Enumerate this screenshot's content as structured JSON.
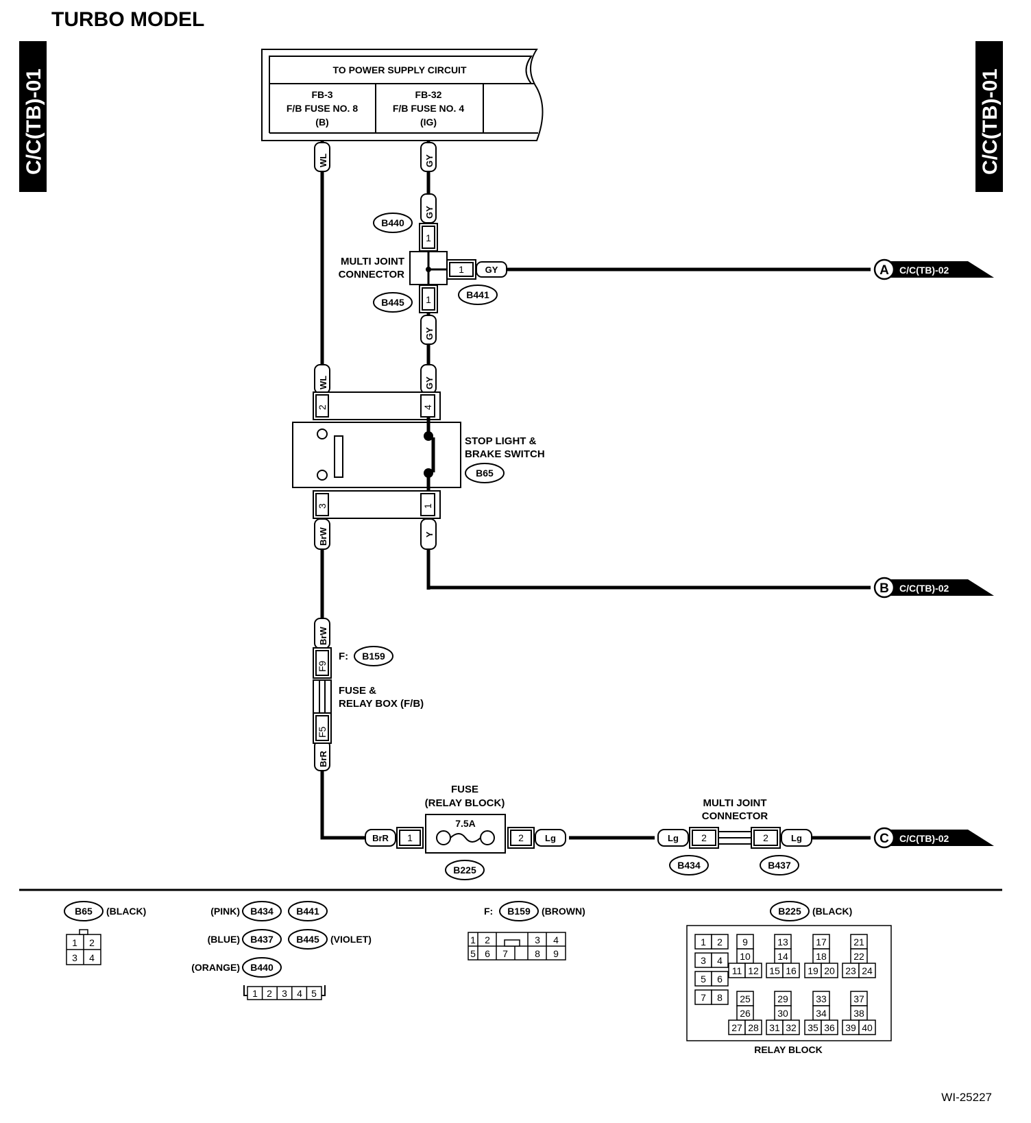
{
  "page_title": "TURBO MODEL",
  "side_tab": "C/C(TB)-01",
  "power_supply": {
    "header": "TO POWER SUPPLY CIRCUIT",
    "fuse1": [
      "FB-3",
      "F/B FUSE NO. 8",
      "(B)"
    ],
    "fuse2": [
      "FB-32",
      "F/B FUSE NO. 4",
      "(IG)"
    ]
  },
  "wires": {
    "wl": "WL",
    "gy": "GY",
    "brw": "BrW",
    "y": "Y",
    "brr": "BrR",
    "lg": "Lg"
  },
  "connectors": {
    "b440": "B440",
    "b445": "B445",
    "b441": "B441",
    "b65": "B65",
    "b159": "B159",
    "b225": "B225",
    "b434": "B434",
    "b437": "B437"
  },
  "pins": {
    "p1": "1",
    "p2": "2",
    "p3": "3",
    "p4": "4",
    "f9": "F9",
    "f5": "F5"
  },
  "labels": {
    "multi_joint_1": [
      "MULTI JOINT",
      "CONNECTOR"
    ],
    "stop_light": [
      "STOP LIGHT &",
      "BRAKE SWITCH"
    ],
    "fuse_relay_box": [
      "FUSE &",
      "RELAY BOX (F/B)"
    ],
    "f_prefix": "F:",
    "fuse_relay_block": [
      "FUSE",
      "(RELAY BLOCK)"
    ],
    "fuse_rating": "7.5A",
    "multi_joint_2": [
      "MULTI JOINT",
      "CONNECTOR"
    ]
  },
  "offpage": [
    {
      "letter": "A",
      "ref": "C/C(TB)-02"
    },
    {
      "letter": "B",
      "ref": "C/C(TB)-02"
    },
    {
      "letter": "C",
      "ref": "C/C(TB)-02"
    }
  ],
  "legend": {
    "b65_color": "(BLACK)",
    "pink": "(PINK)",
    "blue": "(BLUE)",
    "violet": "(VIOLET)",
    "orange": "(ORANGE)",
    "brown": "(BROWN)",
    "black": "(BLACK)",
    "relay_block": "RELAY BLOCK",
    "b65_pins": [
      "1",
      "2",
      "3",
      "4"
    ],
    "mj_pins": [
      "1",
      "2",
      "3",
      "4",
      "5"
    ],
    "b159_pins": [
      "1",
      "2",
      "3",
      "4",
      "5",
      "6",
      "7",
      "8",
      "9"
    ],
    "b225_pins": [
      "1",
      "2",
      "3",
      "4",
      "5",
      "6",
      "7",
      "8",
      "9",
      "10",
      "11",
      "12",
      "13",
      "14",
      "15",
      "16",
      "17",
      "18",
      "19",
      "20",
      "21",
      "22",
      "23",
      "24",
      "25",
      "26",
      "27",
      "28",
      "29",
      "30",
      "31",
      "32",
      "33",
      "34",
      "35",
      "36",
      "37",
      "38",
      "39",
      "40"
    ]
  },
  "figure_id": "WI-25227"
}
